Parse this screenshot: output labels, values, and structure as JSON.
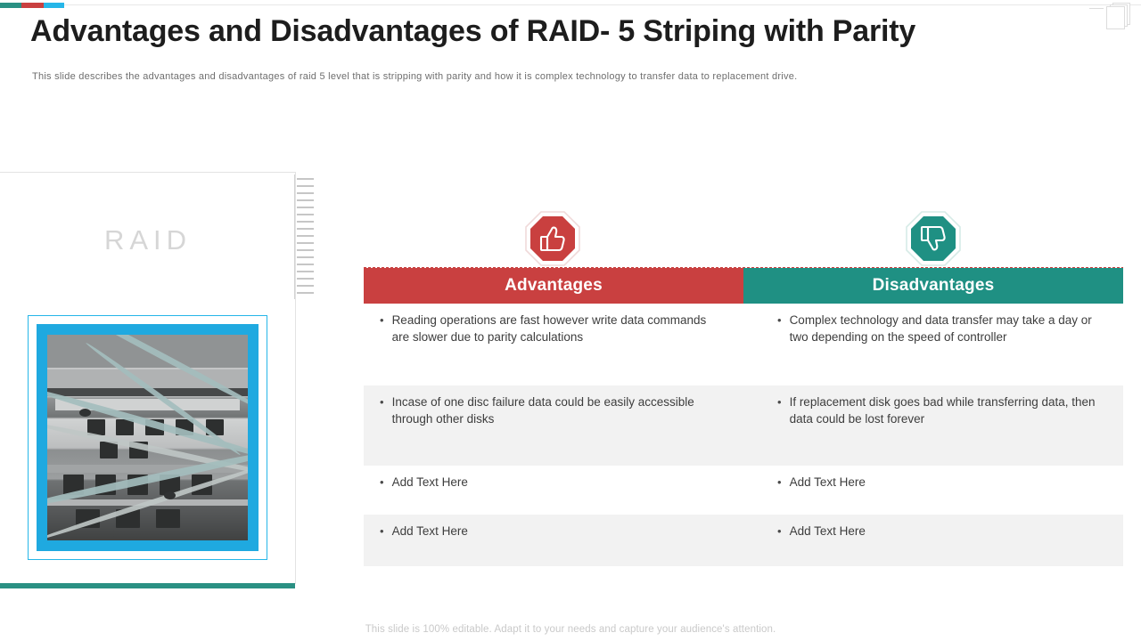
{
  "slide": {
    "title": "Advantages and Disadvantages of RAID- 5 Striping with Parity",
    "subtitle": "This slide describes the advantages  and disadvantages  of raid 5 level that is stripping with parity and how it is complex technology to transfer data to replacement  drive.",
    "footer": "This slide is 100% editable. Adapt it to your needs and capture your audience's attention."
  },
  "accent_bar": {
    "segment_1_color": "#2a9083",
    "segment_2_color": "#c94040",
    "segment_3_color": "#26b6e8"
  },
  "left_panel": {
    "watermark": "RAID",
    "image_caption": "network-server-ethernet-cables-photo",
    "frame_color": "#26b6e8",
    "bottom_bar_color": "#2a9083"
  },
  "icons": {
    "advantages": "thumbs-up-icon",
    "disadvantages": "thumbs-down-icon",
    "top_right": "stacked-pages-icon"
  },
  "table": {
    "columns": [
      {
        "label": "Advantages",
        "color": "#c94040"
      },
      {
        "label": "Disadvantages",
        "color": "#1f9083"
      }
    ],
    "bullet": "•",
    "rows": [
      {
        "advantages": "Reading operations are fast however write data commands are slower due to parity calculations",
        "disadvantages": "Complex technology  and data transfer  may take a day or two depending on the speed of controller"
      },
      {
        "advantages": "Incase of one disc failure data could be easily accessible through other disks",
        "disadvantages": "If replacement disk goes bad while transferring data, then data could be lost forever"
      },
      {
        "advantages": "Add Text Here",
        "disadvantages": "Add Text Here"
      },
      {
        "advantages": "Add Text Here",
        "disadvantages": "Add Text Here"
      }
    ]
  }
}
